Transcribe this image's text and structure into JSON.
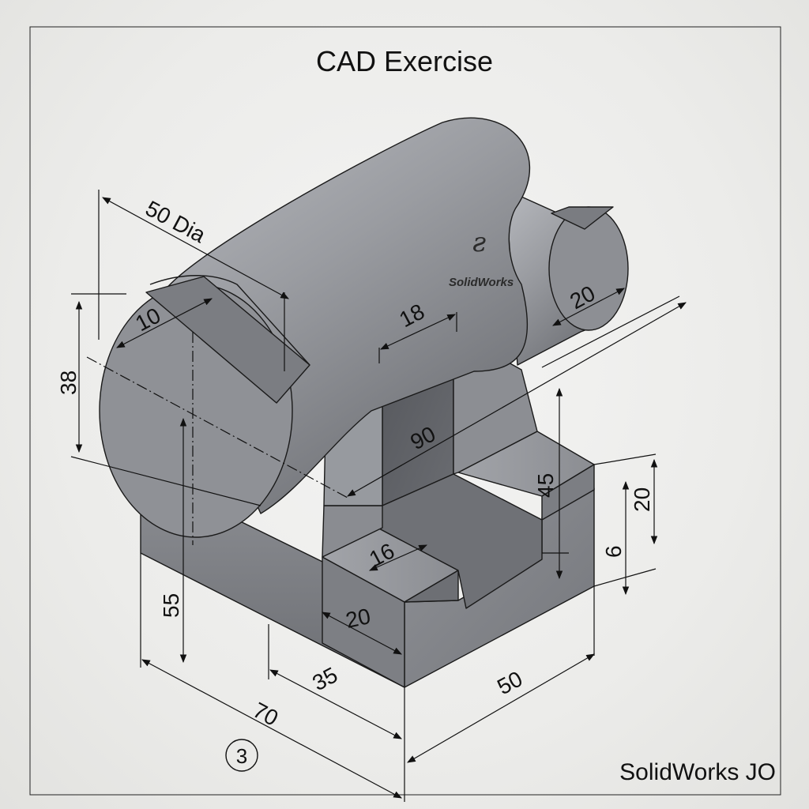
{
  "title": "CAD Exercise",
  "exercise_number": "3",
  "brand_footer": "SolidWorks JO",
  "logo_text": "SolidWorks",
  "dimensions": {
    "diameter": "50 Dia",
    "slot_width": "10",
    "center_height": "38",
    "boss_length": "20",
    "channel_width": "18",
    "overall_length": "90",
    "channel_depth": "45",
    "step_height": "20",
    "step_offset": "6",
    "step_width": "16",
    "base_height": "55",
    "foot_width": "20",
    "base_depth_part": "35",
    "base_width": "50",
    "overall_base": "70"
  },
  "colors": {
    "background": "#ebebe9",
    "part_body": "#8a8c91",
    "part_light": "#a9abb0",
    "part_dark": "#5b5d62",
    "line": "#111111"
  }
}
